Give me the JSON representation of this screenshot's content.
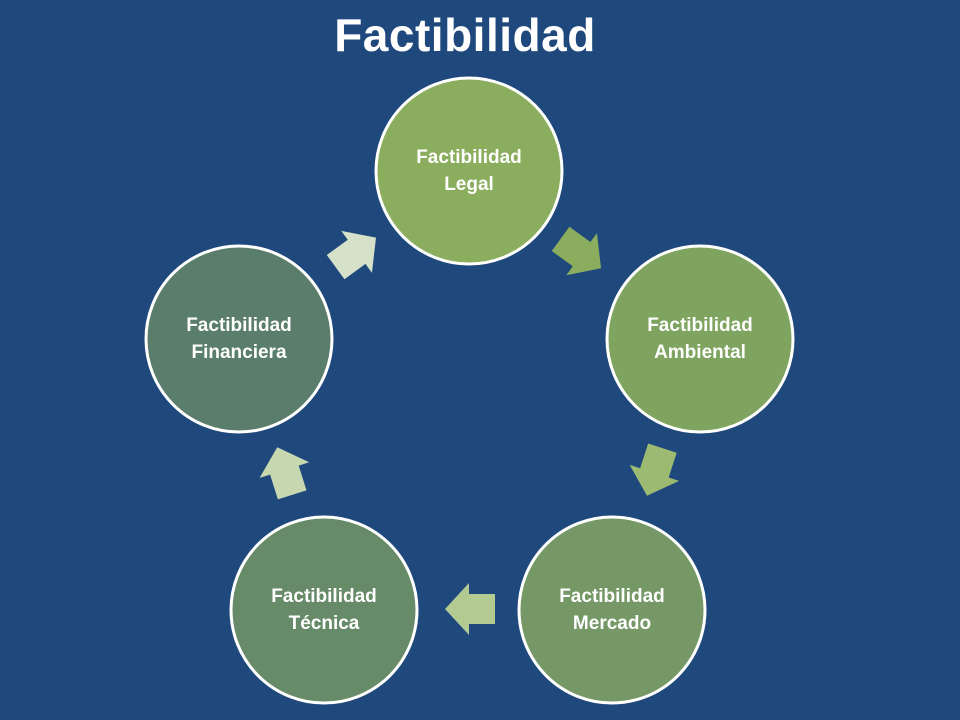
{
  "title": "Factibilidad",
  "nodes": [
    {
      "line1": "Factibilidad",
      "line2": "Legal",
      "color": "#8bad5e"
    },
    {
      "line1": "Factibilidad",
      "line2": "Ambiental",
      "color": "#7fa460"
    },
    {
      "line1": "Factibilidad",
      "line2": "Mercado",
      "color": "#759866"
    },
    {
      "line1": "Factibilidad",
      "line2": "Técnica",
      "color": "#678b68"
    },
    {
      "line1": "Factibilidad",
      "line2": "Financiera",
      "color": "#5a7e6b"
    }
  ],
  "arrow_colors": [
    "#8bad5e",
    "#9dba72",
    "#b3cb92",
    "#c7d7b0",
    "#d5e1c8"
  ],
  "colors": {
    "background": "#1f487c",
    "node_border": "#ffffff",
    "text": "#ffffff"
  }
}
